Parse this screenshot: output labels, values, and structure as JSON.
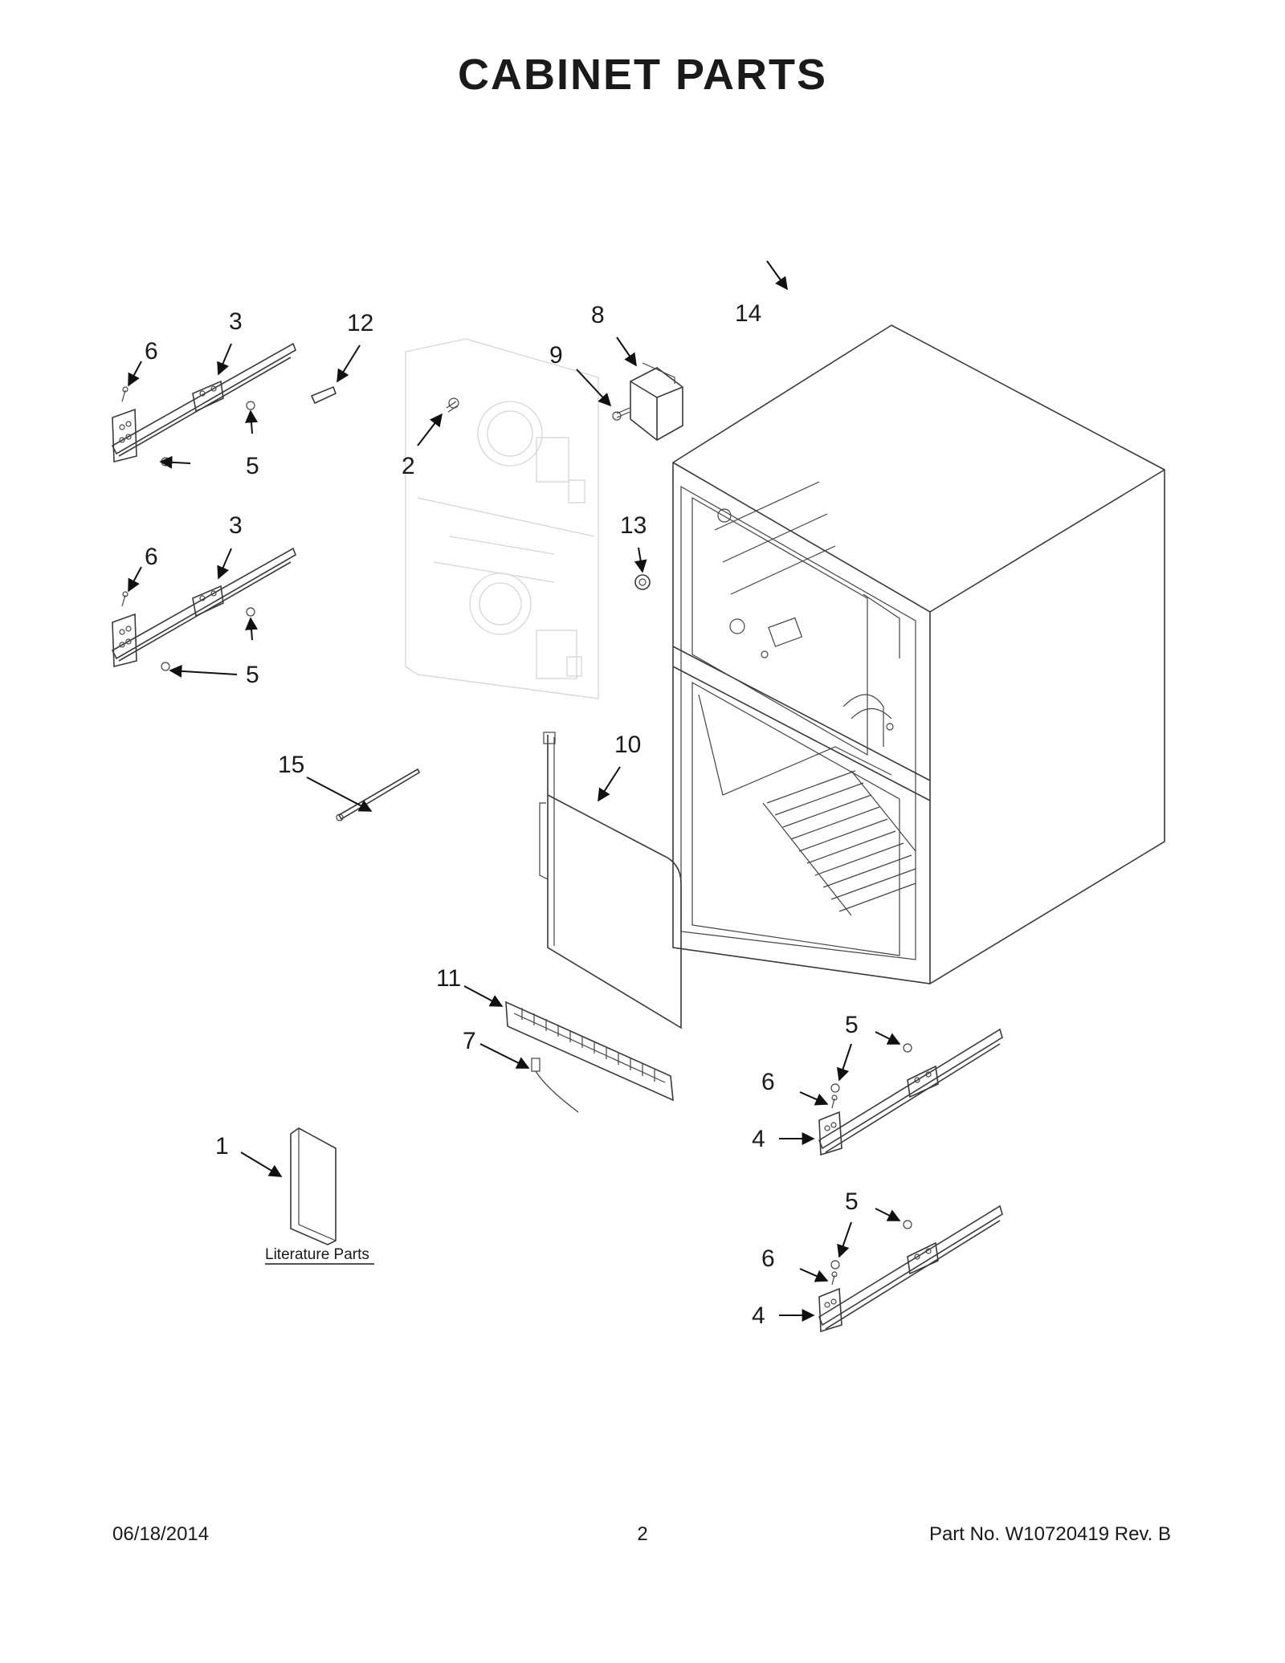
{
  "title": "CABINET PARTS",
  "callouts": {
    "c1": "1",
    "c2": "2",
    "c3a": "3",
    "c3b": "3",
    "c4a": "4",
    "c4b": "4",
    "c5a": "5",
    "c5b": "5",
    "c5c": "5",
    "c5d": "5",
    "c6a": "6",
    "c6b": "6",
    "c6c": "6",
    "c6d": "6",
    "c7": "7",
    "c8": "8",
    "c9": "9",
    "c10": "10",
    "c11": "11",
    "c12": "12",
    "c13": "13",
    "c14": "14",
    "c15": "15"
  },
  "literature_label": "Literature Parts",
  "footer": {
    "date": "06/18/2014",
    "page": "2",
    "part": "Part No.  W10720419   Rev.  B"
  }
}
